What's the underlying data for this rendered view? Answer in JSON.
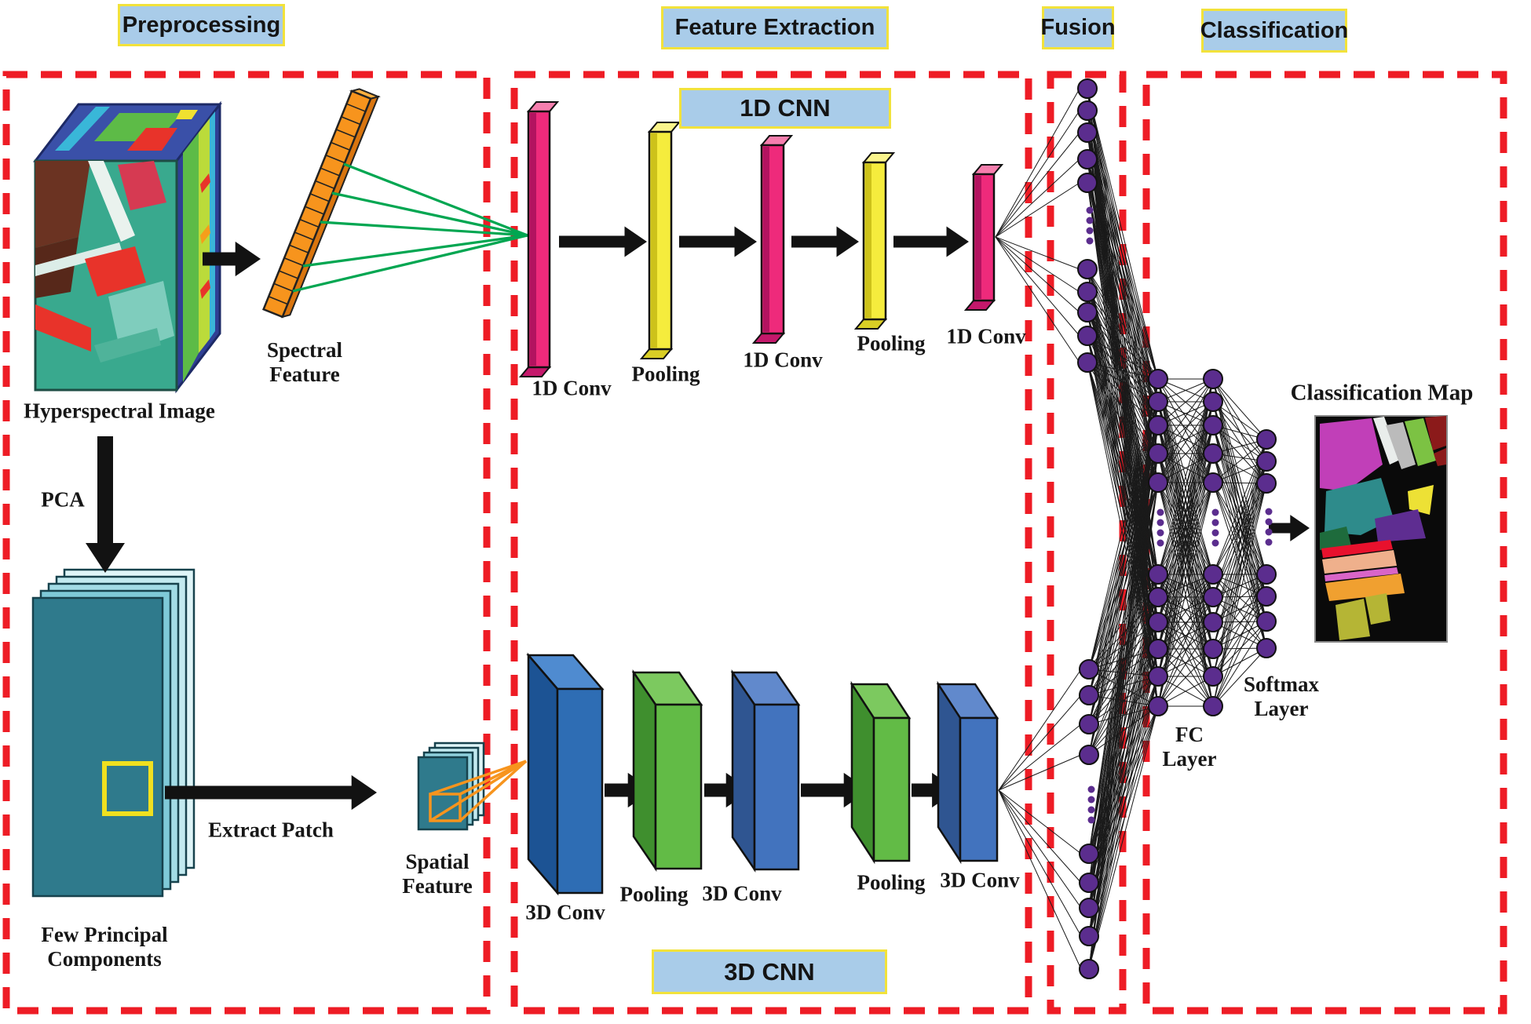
{
  "headers": {
    "preprocessing": "Preprocessing",
    "feature_extraction": "Feature Extraction",
    "fusion": "Fusion",
    "classification": "Classification"
  },
  "preprocessing": {
    "hyperspectral_image": "Hyperspectral Image",
    "spectral_feature": [
      "Spectral",
      "Feature"
    ],
    "pca": "PCA",
    "few_principal_components": [
      "Few Principal",
      "Components"
    ],
    "extract_patch": "Extract Patch",
    "spatial_feature": [
      "Spatial",
      "Feature"
    ]
  },
  "cnn_1d": {
    "title": "1D CNN",
    "layer_labels": [
      "1D Conv",
      "Pooling",
      "1D Conv",
      "Pooling",
      "1D Conv"
    ]
  },
  "cnn_3d": {
    "title": "3D CNN",
    "layer_labels": [
      "3D Conv",
      "Pooling",
      "3D Conv",
      "Pooling",
      "3D Conv"
    ]
  },
  "classification_section": {
    "fc_layer": [
      "FC",
      "Layer"
    ],
    "softmax_layer": [
      "Softmax",
      "Layer"
    ],
    "classification_map": "Classification Map"
  },
  "colors": {
    "dashed_border": "#EE1C25",
    "header_fill": "#A9CCE9",
    "header_border": "#F2E23B",
    "conv1d_front": "#EE2A7B",
    "conv1d_top": "#F67FAE",
    "conv1d_side": "#B31360",
    "conv1d_bottom": "#C4186B",
    "pool1d_front": "#F5EC3D",
    "pool1d_top": "#FAF48C",
    "pool1d_side": "#CDC21A",
    "pool1d_bottom": "#D9CE25",
    "conv3d_front": "#2E6DB4",
    "conv3d_top": "#4F8BD0",
    "conv3d_side": "#1C5394",
    "conv3d_front2": "#4273BE",
    "conv3d_top2": "#6189CC",
    "conv3d_side2": "#2F5591",
    "pool3d_front": "#62BB46",
    "pool3d_top": "#7CC95F",
    "pool3d_side": "#3F8F2E",
    "neuron": "#5B2D8E",
    "line": "#1A1A1A",
    "spectral_front": "#F7941D",
    "spectral_side": "#D9750F",
    "spectral_top": "#FBB040",
    "green_line": "#00A651",
    "arrow": "#121212",
    "sheet_front": "#2F7A8C",
    "patch_outline": "#F0E01F"
  }
}
